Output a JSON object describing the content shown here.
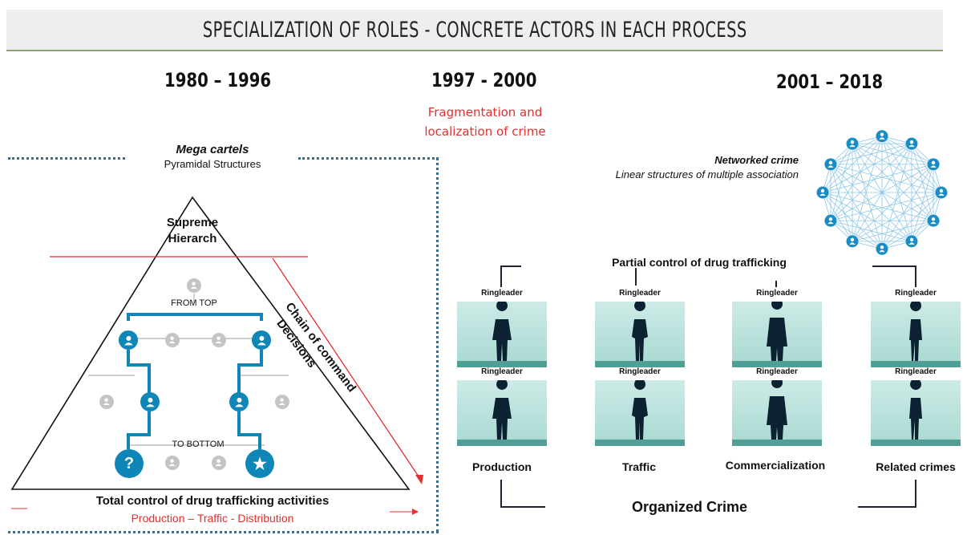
{
  "title": "SPECIALIZATION OF ROLES - CONCRETE ACTORS IN EACH PROCESS",
  "periods": [
    "1980 – 1996",
    "1997 - 2000",
    "2001 – 2018"
  ],
  "middle_caption": [
    "Fragmentation and",
    "localization of crime"
  ],
  "left": {
    "heading": "Mega cartels",
    "subheading": "Pyramidal Structures",
    "apex": [
      "Supreme",
      "Hierarch"
    ],
    "from_top": "FROM TOP",
    "to_bottom": "TO BOTTOM",
    "decisions": "Decisions",
    "chain": "Chain of command",
    "bottom_title": "Total control of drug trafficking activities",
    "bottom_sub": "Production – Traffic - Distribution"
  },
  "right": {
    "heading": "Networked crime",
    "subheading": "Linear structures of multiple association",
    "partial": "Partial control of drug trafficking",
    "ringleader": "Ringleader",
    "categories": [
      "Production",
      "Traffic",
      "Commercialization",
      "Related crimes"
    ],
    "organized": "Organized Crime"
  },
  "colors": {
    "accent": "#0f86b8",
    "red": "#e03030",
    "teal": "#a8d9d2",
    "dotted": "#3b6f86"
  },
  "icons": [
    "person-icon",
    "question-icon",
    "star-icon"
  ]
}
